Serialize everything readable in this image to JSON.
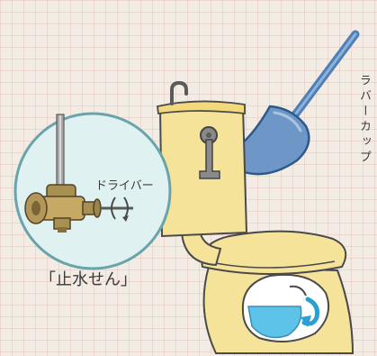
{
  "labels": {
    "rubber_cup": "ラバーカップ",
    "screwdriver": "ドライバー",
    "stop_valve": "「止水せん」"
  }
}
